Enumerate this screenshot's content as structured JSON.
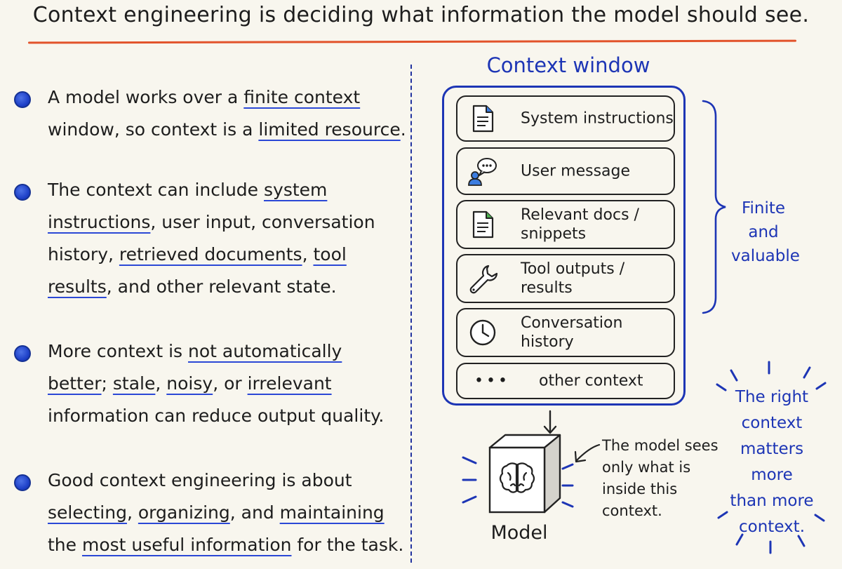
{
  "title": "Context engineering is deciding what information the model should see.",
  "bullets": [
    {
      "lines": [
        [
          {
            "t": "A model works over a "
          },
          {
            "t": "finite context",
            "hl": true
          }
        ],
        [
          {
            "t": "window, so context is a "
          },
          {
            "t": "limited resource",
            "hl": true
          },
          {
            "t": "."
          }
        ]
      ]
    },
    {
      "lines": [
        [
          {
            "t": "The context can include "
          },
          {
            "t": "system",
            "hl": true
          }
        ],
        [
          {
            "t": "instructions",
            "hl": true
          },
          {
            "t": ", user input, conversation"
          }
        ],
        [
          {
            "t": "history, "
          },
          {
            "t": "retrieved documents",
            "hl": true
          },
          {
            "t": ", "
          },
          {
            "t": "tool",
            "hl": true
          }
        ],
        [
          {
            "t": "results",
            "hl": true
          },
          {
            "t": ", and other relevant state."
          }
        ]
      ]
    },
    {
      "lines": [
        [
          {
            "t": "More context is "
          },
          {
            "t": "not automatically",
            "hl": true
          }
        ],
        [
          {
            "t": "better",
            "hl": true
          },
          {
            "t": "; "
          },
          {
            "t": "stale",
            "hl": true
          },
          {
            "t": ", "
          },
          {
            "t": "noisy",
            "hl": true
          },
          {
            "t": ", or "
          },
          {
            "t": "irrelevant",
            "hl": true
          }
        ],
        [
          {
            "t": "information can reduce output quality."
          }
        ]
      ]
    },
    {
      "lines": [
        [
          {
            "t": "Good context engineering is about"
          }
        ],
        [
          {
            "t": "selecting",
            "hl": true
          },
          {
            "t": ", "
          },
          {
            "t": "organizing",
            "hl": true
          },
          {
            "t": ", and "
          },
          {
            "t": "maintaining",
            "hl": true
          }
        ],
        [
          {
            "t": "the "
          },
          {
            "t": "most useful information",
            "hl": true
          },
          {
            "t": " for the task."
          }
        ]
      ]
    }
  ],
  "context_window": {
    "title": "Context window",
    "items": [
      {
        "label": "System instructions",
        "icon": "document-icon"
      },
      {
        "label": "User message",
        "icon": "user-chat-icon"
      },
      {
        "label": "Relevant docs / snippets",
        "line1": "Relevant docs /",
        "line2": "snippets",
        "icon": "document-icon"
      },
      {
        "label": "Tool outputs / results",
        "line1": "Tool outputs /",
        "line2": "results",
        "icon": "wrench-icon"
      },
      {
        "label": "Conversation history",
        "line1": "Conversation",
        "line2": "history",
        "icon": "clock-icon"
      },
      {
        "label": "other context",
        "icon": "ellipsis-icon"
      }
    ],
    "brace_label_lines": [
      "Finite",
      "and",
      "valuable"
    ]
  },
  "model": {
    "label": "Model",
    "note_lines": [
      "The model sees",
      "only what is",
      "inside this",
      "context."
    ]
  },
  "callout_lines": [
    "The right",
    "context",
    "matters more",
    "than more",
    "context."
  ],
  "colors": {
    "accent": "#1d35b5",
    "title_rule": "#e2532b",
    "bullet": "#1d3fc7"
  }
}
